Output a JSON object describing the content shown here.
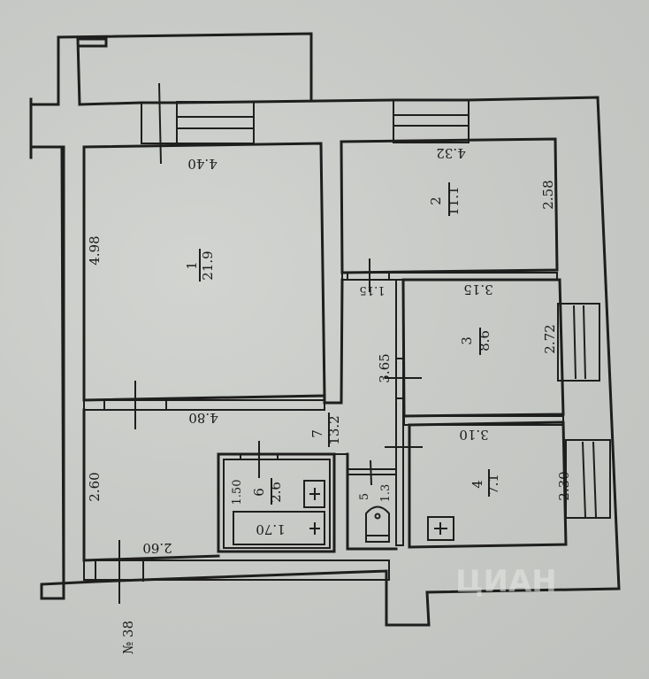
{
  "plan": {
    "label": "№ 38",
    "watermark": "ЦИАН",
    "rooms": [
      {
        "id": "1",
        "number": "1",
        "area": "21.9",
        "dims": [
          "4.40",
          "4.98",
          "4.80"
        ]
      },
      {
        "id": "2",
        "number": "2",
        "area": "11.1",
        "dims": [
          "4.32",
          "2.58"
        ]
      },
      {
        "id": "3",
        "number": "3",
        "area": "8.6",
        "dims": [
          "3.15",
          "2.72"
        ]
      },
      {
        "id": "4",
        "number": "4",
        "area": "7.1",
        "dims": [
          "3.10",
          "2.30"
        ]
      },
      {
        "id": "5",
        "number": "5",
        "area": "1.3",
        "dims": []
      },
      {
        "id": "6",
        "number": "6",
        "area": "2.6",
        "dims": [
          "1.50",
          "1.70"
        ]
      },
      {
        "id": "7",
        "number": "7",
        "area": "13.2",
        "dims": [
          "2.60",
          "2.60",
          "3.65",
          "1.15"
        ]
      }
    ]
  },
  "colors": {
    "paper": "#c9cbc8",
    "ink": "#1e1e1e"
  }
}
